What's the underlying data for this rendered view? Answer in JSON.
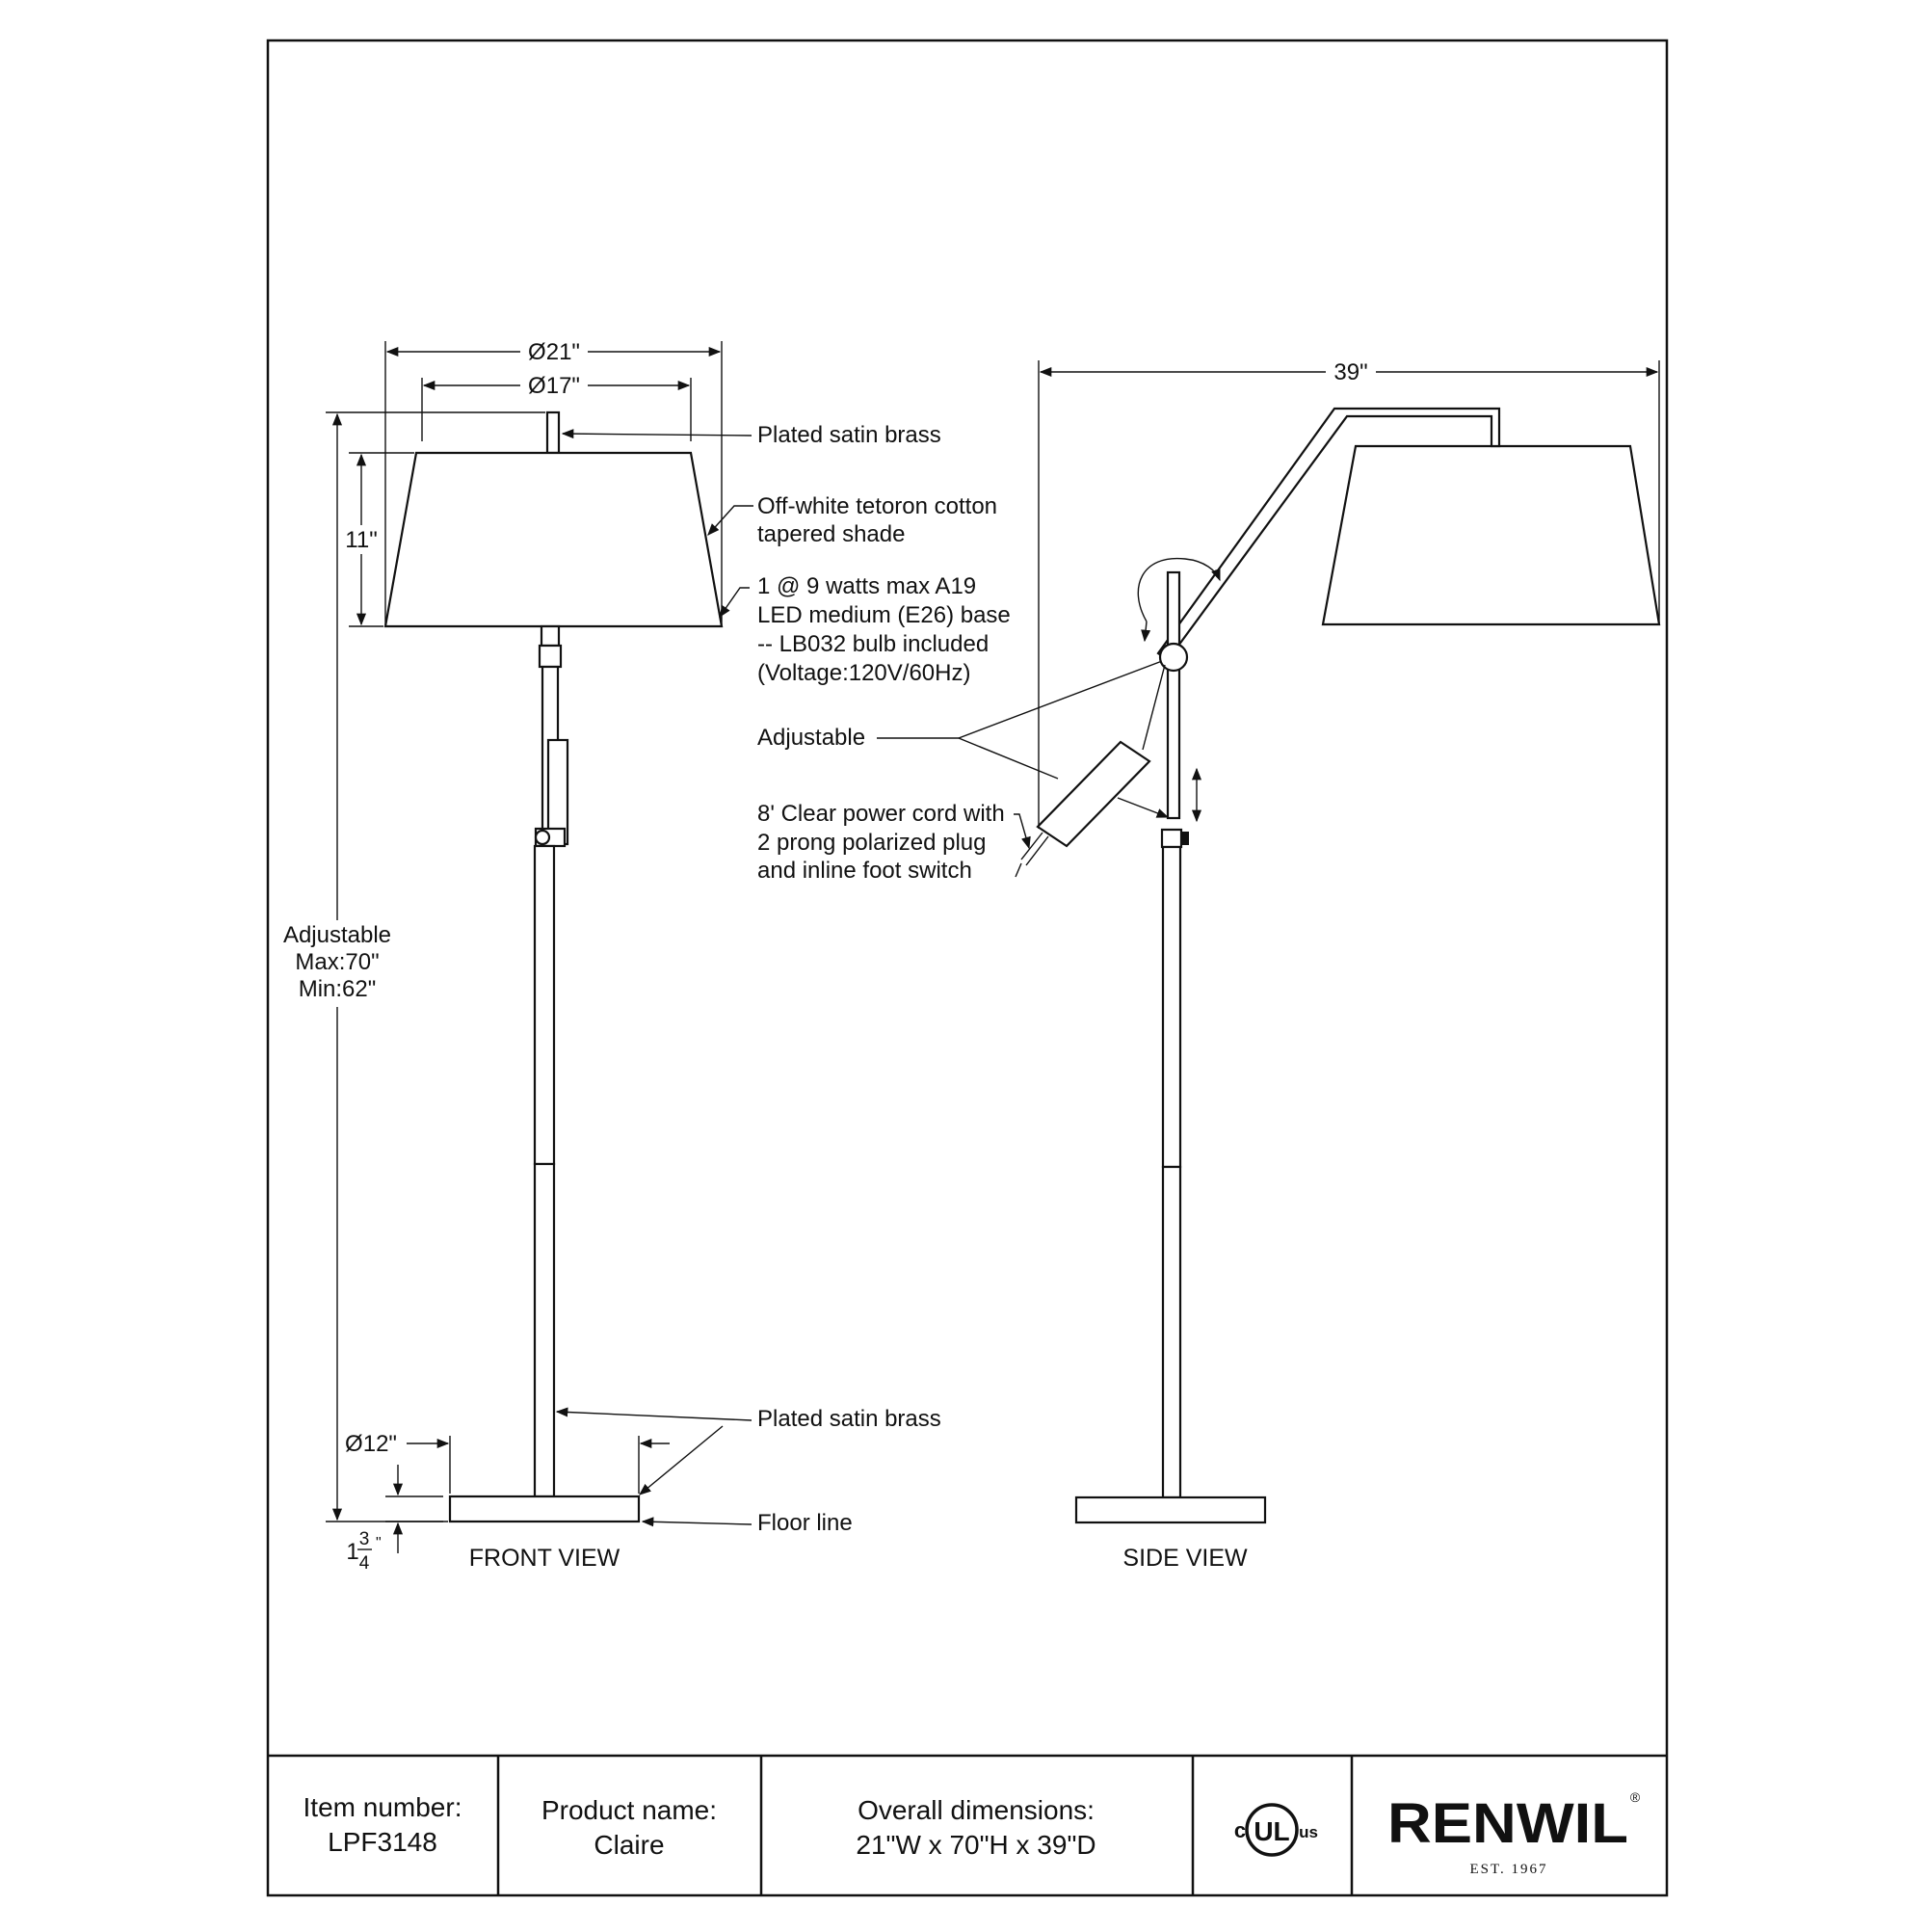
{
  "front_view": {
    "title": "FRONT VIEW",
    "dims": {
      "shade_outer": "Ø21\"",
      "shade_inner": "Ø17\"",
      "shade_height": "11\"",
      "height_label": "Adjustable",
      "height_max": "Max:70\"",
      "height_min": "Min:62\"",
      "base_diameter": "Ø12\"",
      "base_height_whole": "1",
      "base_height_num": "3",
      "base_height_den": "4",
      "base_height_inch": "\""
    }
  },
  "side_view": {
    "title": "SIDE VIEW",
    "dims": {
      "depth": "39\""
    }
  },
  "callouts": {
    "finial": "Plated satin brass",
    "shade_line1": "Off-white tetoron cotton",
    "shade_line2": "tapered shade",
    "bulb_line1": "1 @ 9 watts max A19",
    "bulb_line2": "LED medium (E26) base",
    "bulb_line3": "-- LB032 bulb included",
    "bulb_line4": "(Voltage:120V/60Hz)",
    "adjustable": "Adjustable",
    "cord_line1": "8' Clear power cord with",
    "cord_line2": "2 prong polarized plug",
    "cord_line3": "and inline foot switch",
    "base_finish": "Plated satin brass",
    "floor": "Floor line"
  },
  "title_block": {
    "item_label": "Item number:",
    "item_value": "LPF3148",
    "product_label": "Product name:",
    "product_value": "Claire",
    "dims_label": "Overall dimensions:",
    "dims_value": "21\"W x 70\"H x 39\"D",
    "cert_c": "c",
    "cert_ul": "UL",
    "cert_us": "us",
    "brand": "RENWIL",
    "brand_mark": "®",
    "brand_est": "EST. 1967"
  },
  "colors": {
    "ink": "#111111",
    "paper": "#ffffff"
  },
  "icons": {
    "certification": "ul-listed-mark-icon",
    "brand": "renwil-logo-icon"
  }
}
